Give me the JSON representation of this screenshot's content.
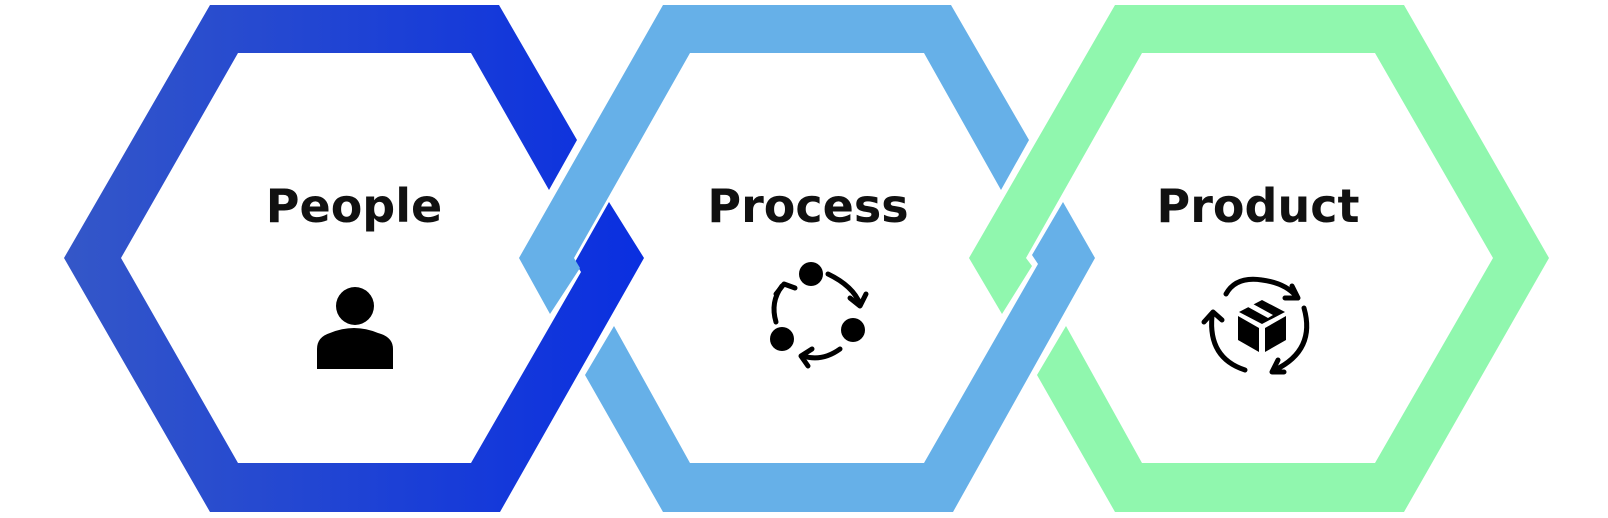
{
  "diagram": {
    "stages": [
      {
        "label": "People",
        "icon": "person-icon",
        "color": "#0A2FE0",
        "color_light": "#3457C8"
      },
      {
        "label": "Process",
        "icon": "cycle-process-icon",
        "color": "#66B0E8"
      },
      {
        "label": "Product",
        "icon": "product-box-cycle-icon",
        "color": "#90F7AE"
      }
    ]
  }
}
